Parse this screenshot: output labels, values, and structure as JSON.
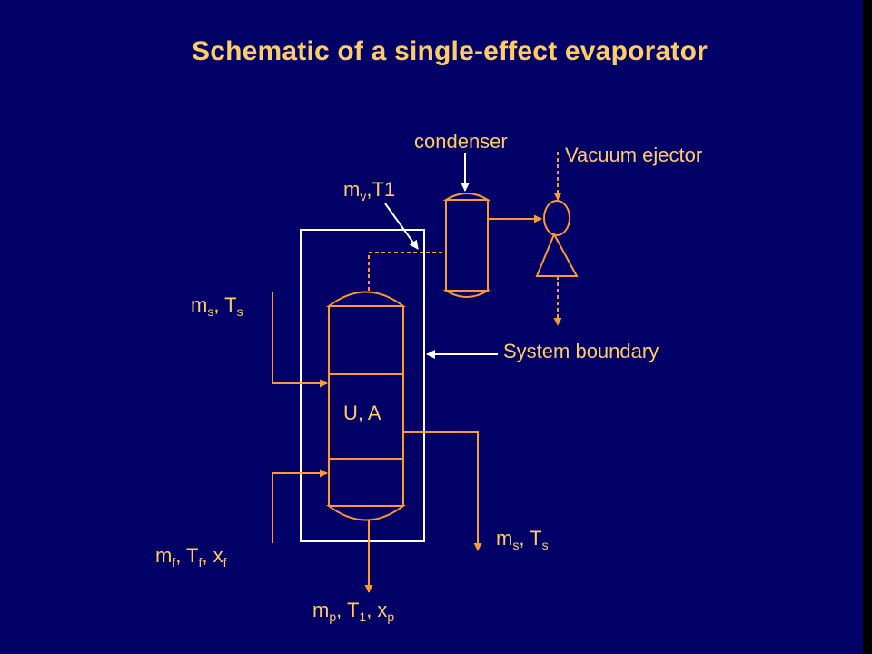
{
  "title": "Schematic of a single-effect evaporator",
  "colors": {
    "background": "#000066",
    "line": "#ff9933",
    "text": "#ffcc66",
    "boundary": "#ffffff"
  },
  "labels": {
    "condenser": "condenser",
    "vacuum_ejector": "Vacuum ejector",
    "system_boundary": "System boundary",
    "heat_transfer": "U, A",
    "vapor": {
      "main": "m",
      "sub": "v",
      "rest": ",T1"
    },
    "steam_in": {
      "m": "m",
      "m_sub": "s",
      "sep": ", T",
      "t_sub": "s"
    },
    "steam_out": {
      "m": "m",
      "m_sub": "s",
      "sep": ", T",
      "t_sub": "s"
    },
    "feed": {
      "m": "m",
      "m_sub": "f",
      "sep1": ", T",
      "t_sub": "f",
      "sep2": ", x",
      "x_sub": "f"
    },
    "product": {
      "m": "m",
      "m_sub": "p",
      "sep1": ", T",
      "t_sub": "1",
      "sep2": ", x",
      "x_sub": "p"
    }
  }
}
